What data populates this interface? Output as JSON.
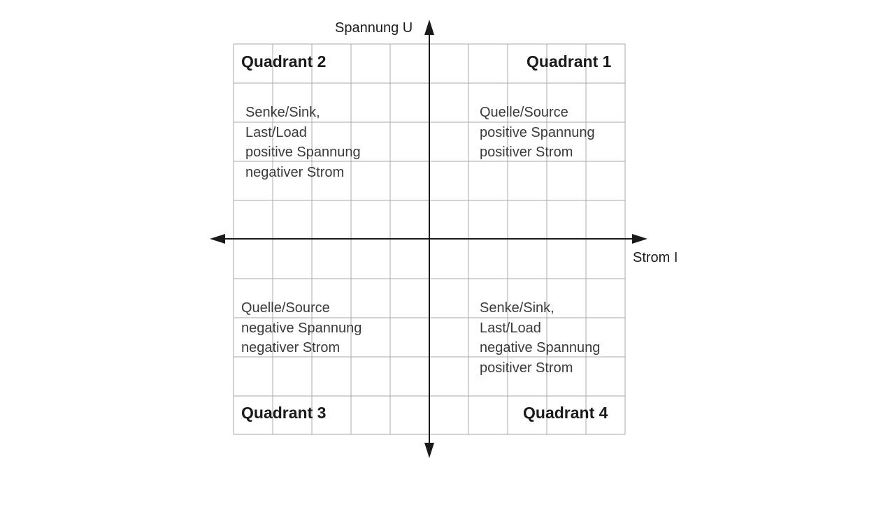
{
  "axes": {
    "y_label": "Spannung U",
    "x_label": "Strom I"
  },
  "quadrants": {
    "q1": {
      "title": "Quadrant 1",
      "lines": [
        "Quelle/Source",
        "positive Spannung",
        "positiver Strom"
      ]
    },
    "q2": {
      "title": "Quadrant 2",
      "lines": [
        "Senke/Sink,",
        "Last/Load",
        "positive Spannung",
        "negativer Strom"
      ]
    },
    "q3": {
      "title": "Quadrant 3",
      "lines": [
        "Quelle/Source",
        "negative Spannung",
        "negativer Strom"
      ]
    },
    "q4": {
      "title": "Quadrant 4",
      "lines": [
        "Senke/Sink,",
        "Last/Load",
        "negative Spannung",
        "positiver Strom"
      ]
    }
  },
  "colors": {
    "grid": "#a8a8a8",
    "axis": "#1a1a1a",
    "text": "#3a3a3a"
  }
}
